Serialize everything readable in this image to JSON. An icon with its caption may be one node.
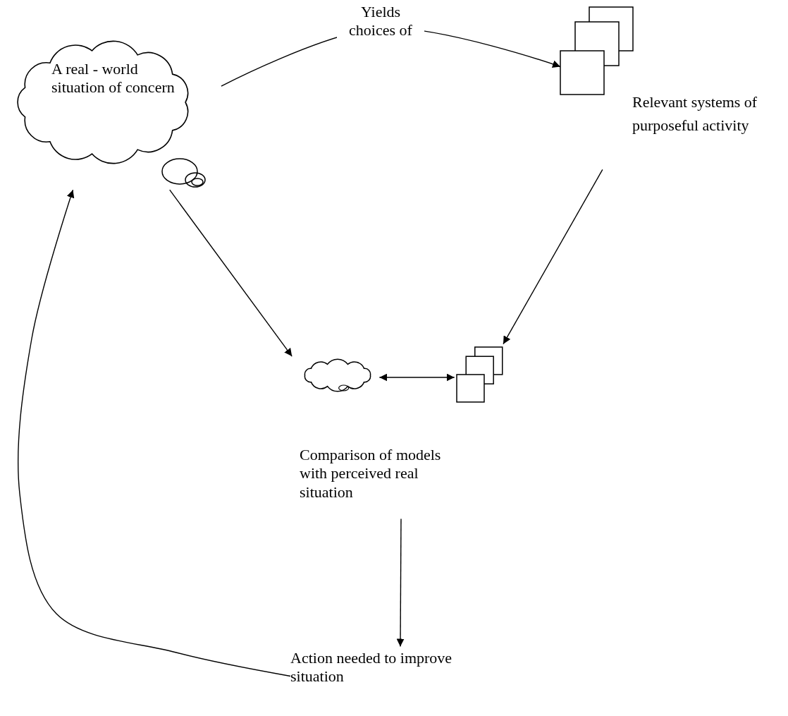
{
  "diagram": {
    "nodes": [
      {
        "text": [
          "A real - world situation of concern"
        ]
      },
      {
        "text": [],
        "shape": "box",
        "beside": [
          "Relevant systems of purposeful activity"
        ]
      },
      {
        "text": [],
        "shape": "cloud"
      },
      {
        "text": [],
        "shape": "box"
      },
      {
        "text": [
          "Comparison of models with perceived real situation"
        ]
      },
      {
        "text": [
          "Action needed to improve situation"
        ]
      }
    ],
    "edges": [
      {
        "from": 0,
        "to": 1,
        "arrow": "to",
        "label": "Yields choices of"
      },
      {
        "from": 0,
        "to": 2,
        "arrow": "to"
      },
      {
        "from": 1,
        "to": 3,
        "arrow": "to"
      },
      {
        "from": 2,
        "to": 3,
        "arrow": "both"
      },
      {
        "from": 4,
        "to": 5,
        "arrow": "to"
      },
      {
        "from": 5,
        "to": 0,
        "arrow": "to"
      }
    ]
  }
}
